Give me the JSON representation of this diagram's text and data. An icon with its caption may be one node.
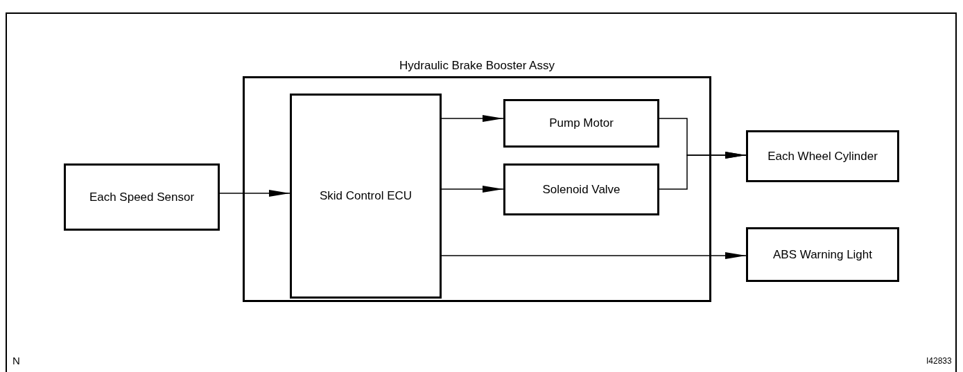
{
  "diagram": {
    "nodes": [
      {
        "text": [
          "Hydraulic Brake Booster Assy"
        ]
      },
      {
        "text": [
          "Each Speed Sensor"
        ]
      },
      {
        "text": [
          "Skid Control ECU"
        ],
        "in": 0
      },
      {
        "text": [
          "Pump Motor"
        ],
        "in": 0
      },
      {
        "text": [
          "Solenoid Valve"
        ],
        "in": 0
      },
      {
        "text": [
          "Each Wheel Cylinder"
        ]
      },
      {
        "text": [
          "ABS Warning Light"
        ]
      }
    ],
    "edges": [
      {
        "from": 1,
        "to": 2,
        "arrow": "to"
      },
      {
        "from": 2,
        "to": 3,
        "arrow": "to"
      },
      {
        "from": 2,
        "to": 4,
        "arrow": "to"
      },
      {
        "from": 3,
        "to": 5,
        "arrow": "to"
      },
      {
        "from": 4,
        "to": 5,
        "arrow": "to"
      },
      {
        "from": 2,
        "to": 6,
        "arrow": "to"
      }
    ],
    "labels": [
      "N",
      "I42833"
    ]
  }
}
